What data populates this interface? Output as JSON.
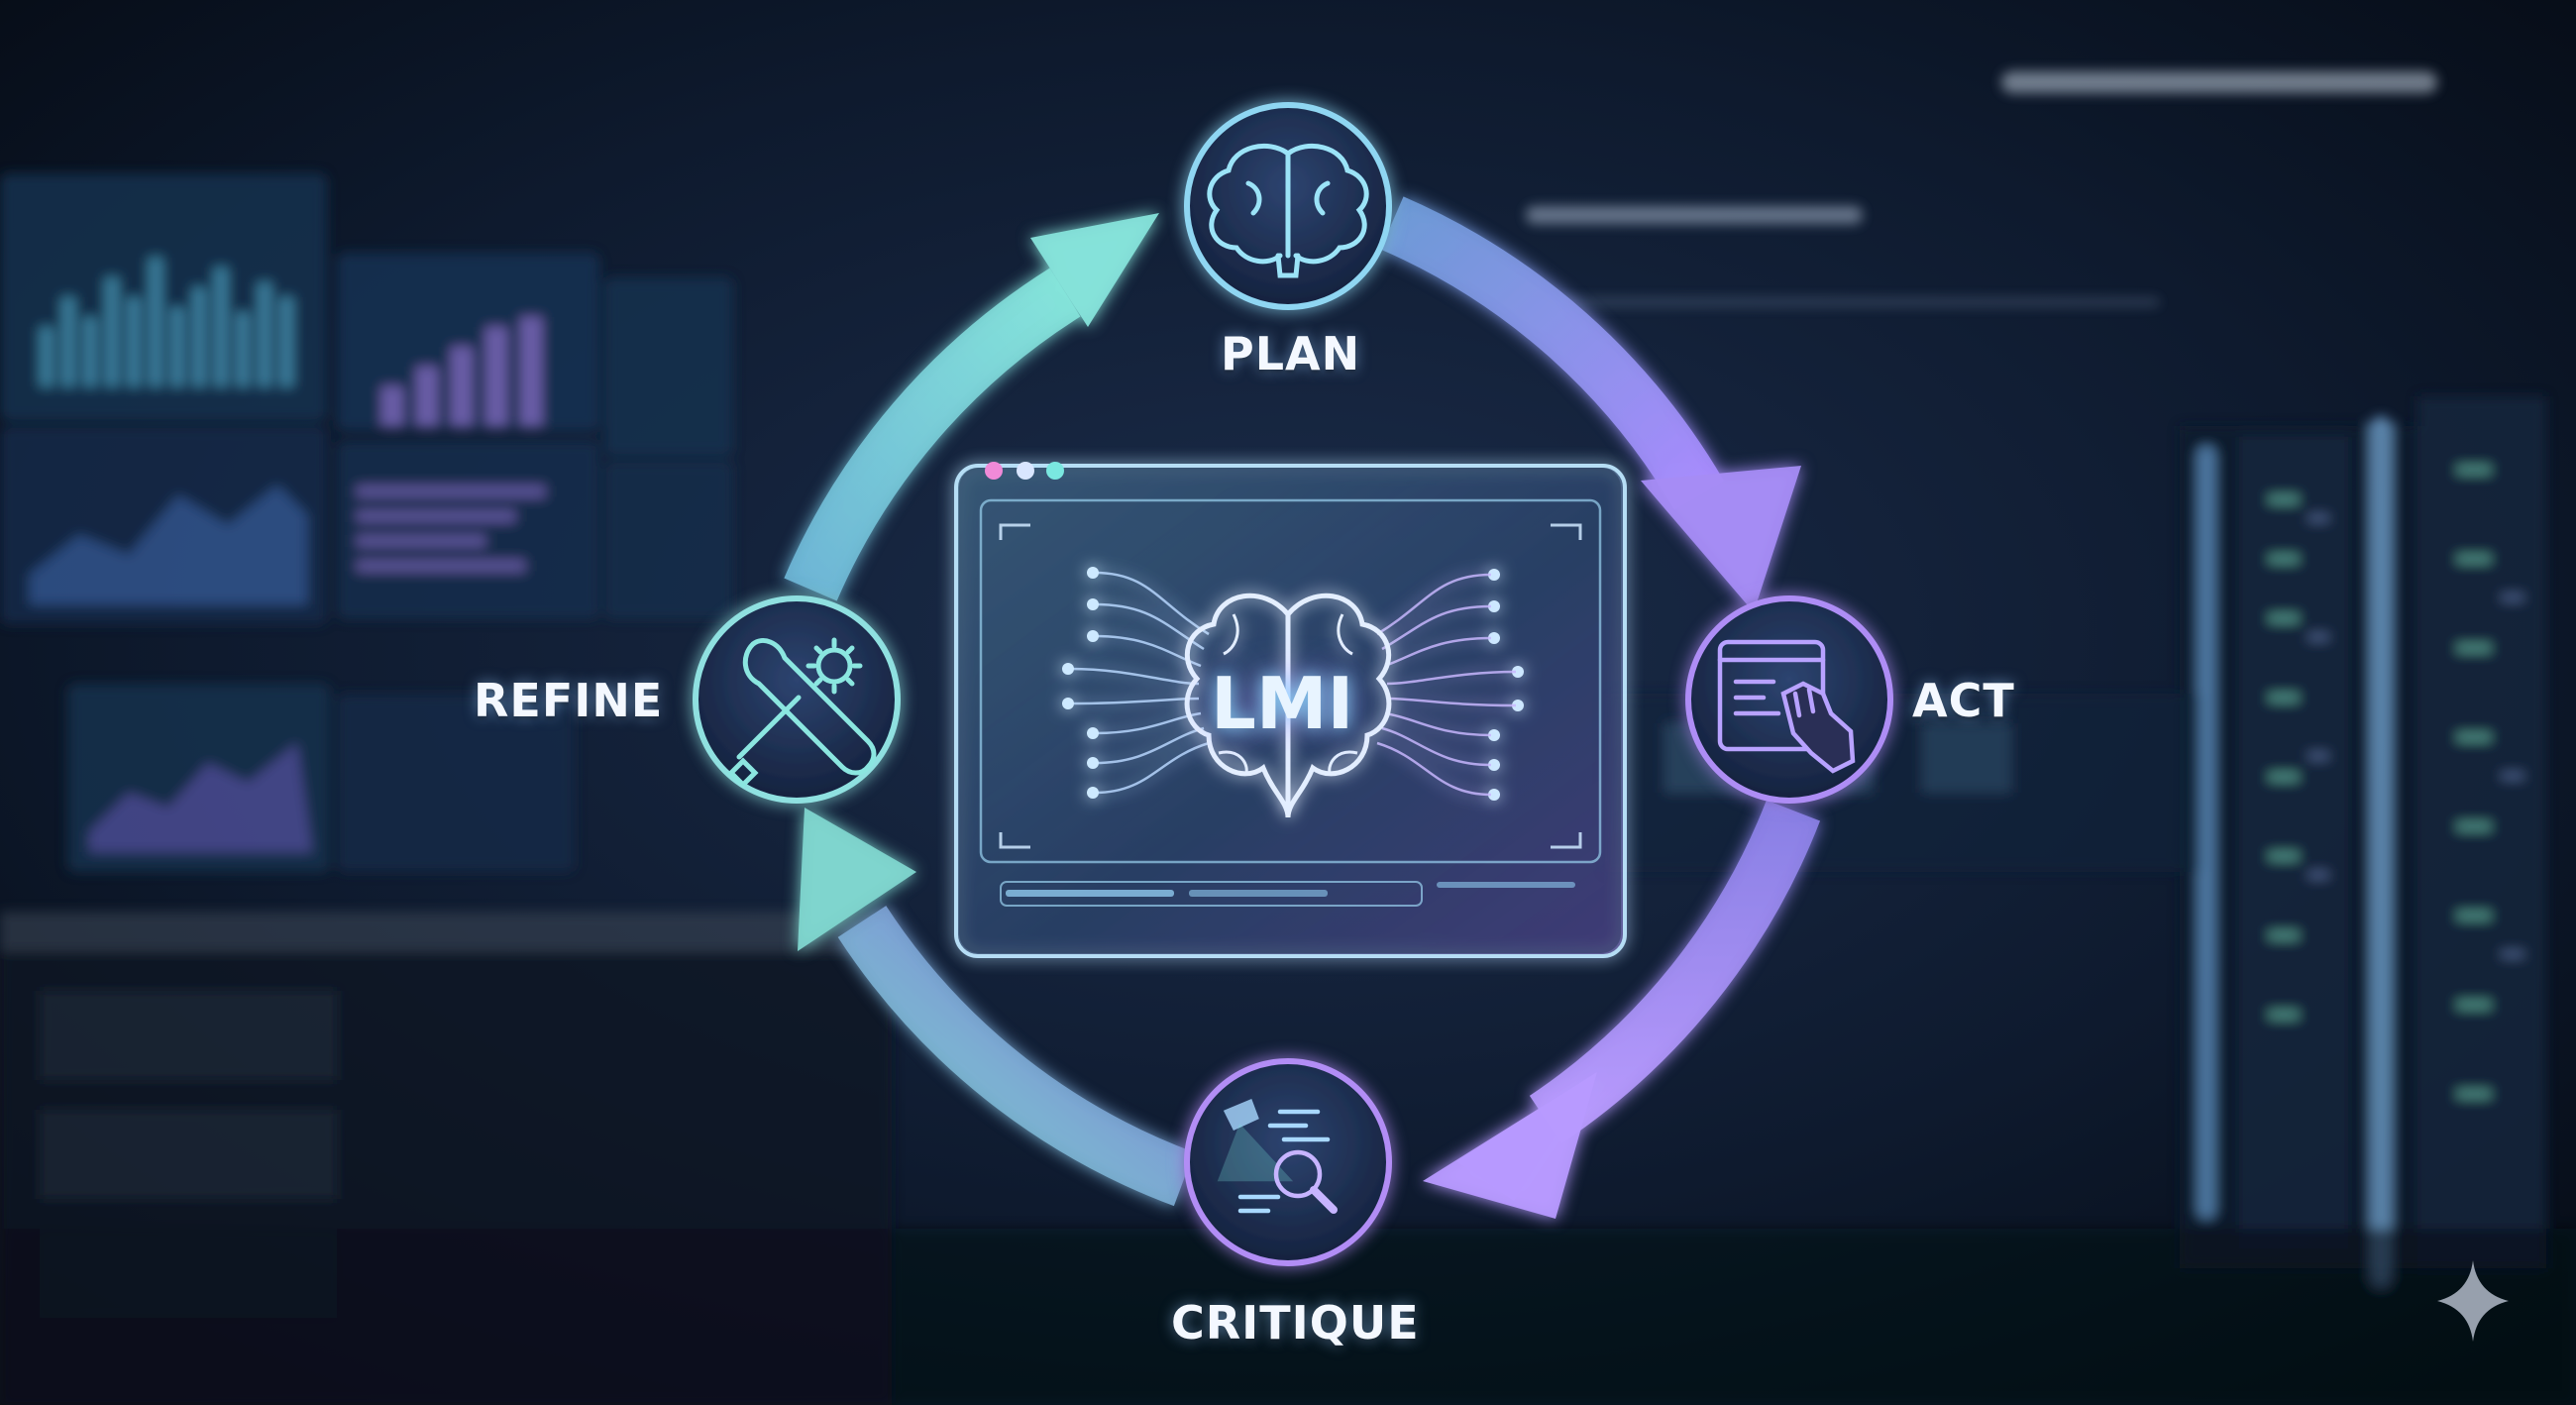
{
  "diagram": {
    "center_label": "LMI",
    "nodes": [
      {
        "id": "plan",
        "label": "PLAN",
        "icon": "brain-icon"
      },
      {
        "id": "act",
        "label": "ACT",
        "icon": "robot-hand-code-window-icon"
      },
      {
        "id": "critique",
        "label": "CRITIQUE",
        "icon": "magnifier-inspect-icon"
      },
      {
        "id": "refine",
        "label": "REFINE",
        "icon": "wrench-gear-icon"
      }
    ],
    "flow": [
      "plan",
      "act",
      "critique",
      "refine",
      "plan"
    ]
  },
  "colors": {
    "background": "#0a1422",
    "cyan_accent": "#7fe7e0",
    "violet_accent": "#a889ff",
    "node_fill": "#1a2a4a"
  }
}
